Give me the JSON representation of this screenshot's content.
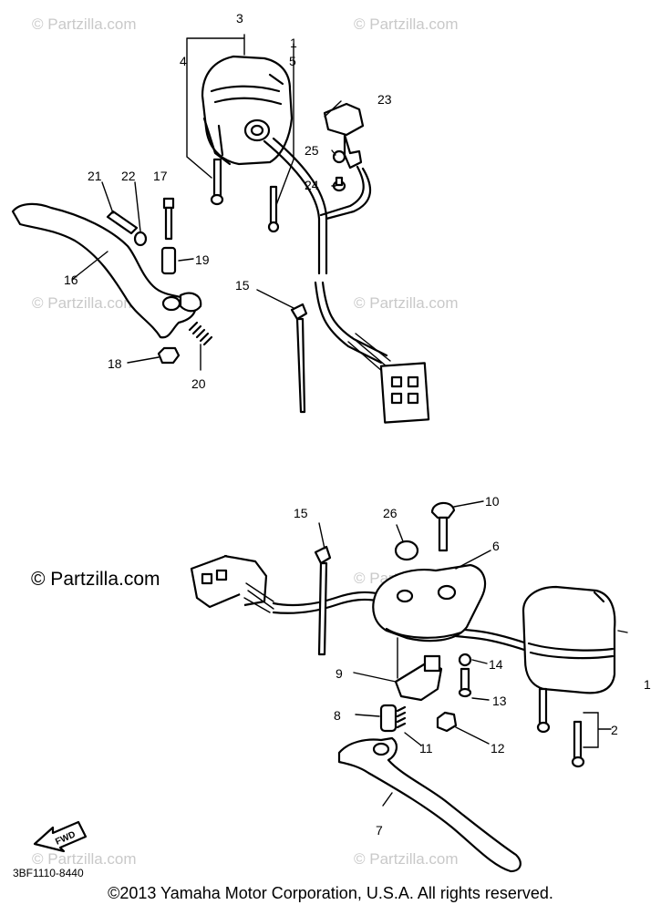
{
  "watermarks": {
    "text": "© Partzilla.com",
    "main": "© Partzilla.com"
  },
  "diagram_code": "3BF1110-8440",
  "fwd_label": "FWD",
  "copyright": "©2013 Yamaha Motor Corporation, U.S.A. All rights reserved.",
  "callouts": {
    "c1a": "1",
    "c2": "2",
    "c3": "3",
    "c4": "4",
    "c5": "5",
    "c6": "6",
    "c7": "7",
    "c8": "8",
    "c9": "9",
    "c10": "10",
    "c11": "11",
    "c12": "12",
    "c13": "13",
    "c14": "14",
    "c15a": "15",
    "c15b": "15",
    "c16": "16",
    "c17": "17",
    "c18": "18",
    "c19": "19",
    "c20": "20",
    "c21": "21",
    "c22": "22",
    "c23": "23",
    "c24": "24",
    "c25": "25",
    "c26": "26",
    "c1b": "1"
  }
}
